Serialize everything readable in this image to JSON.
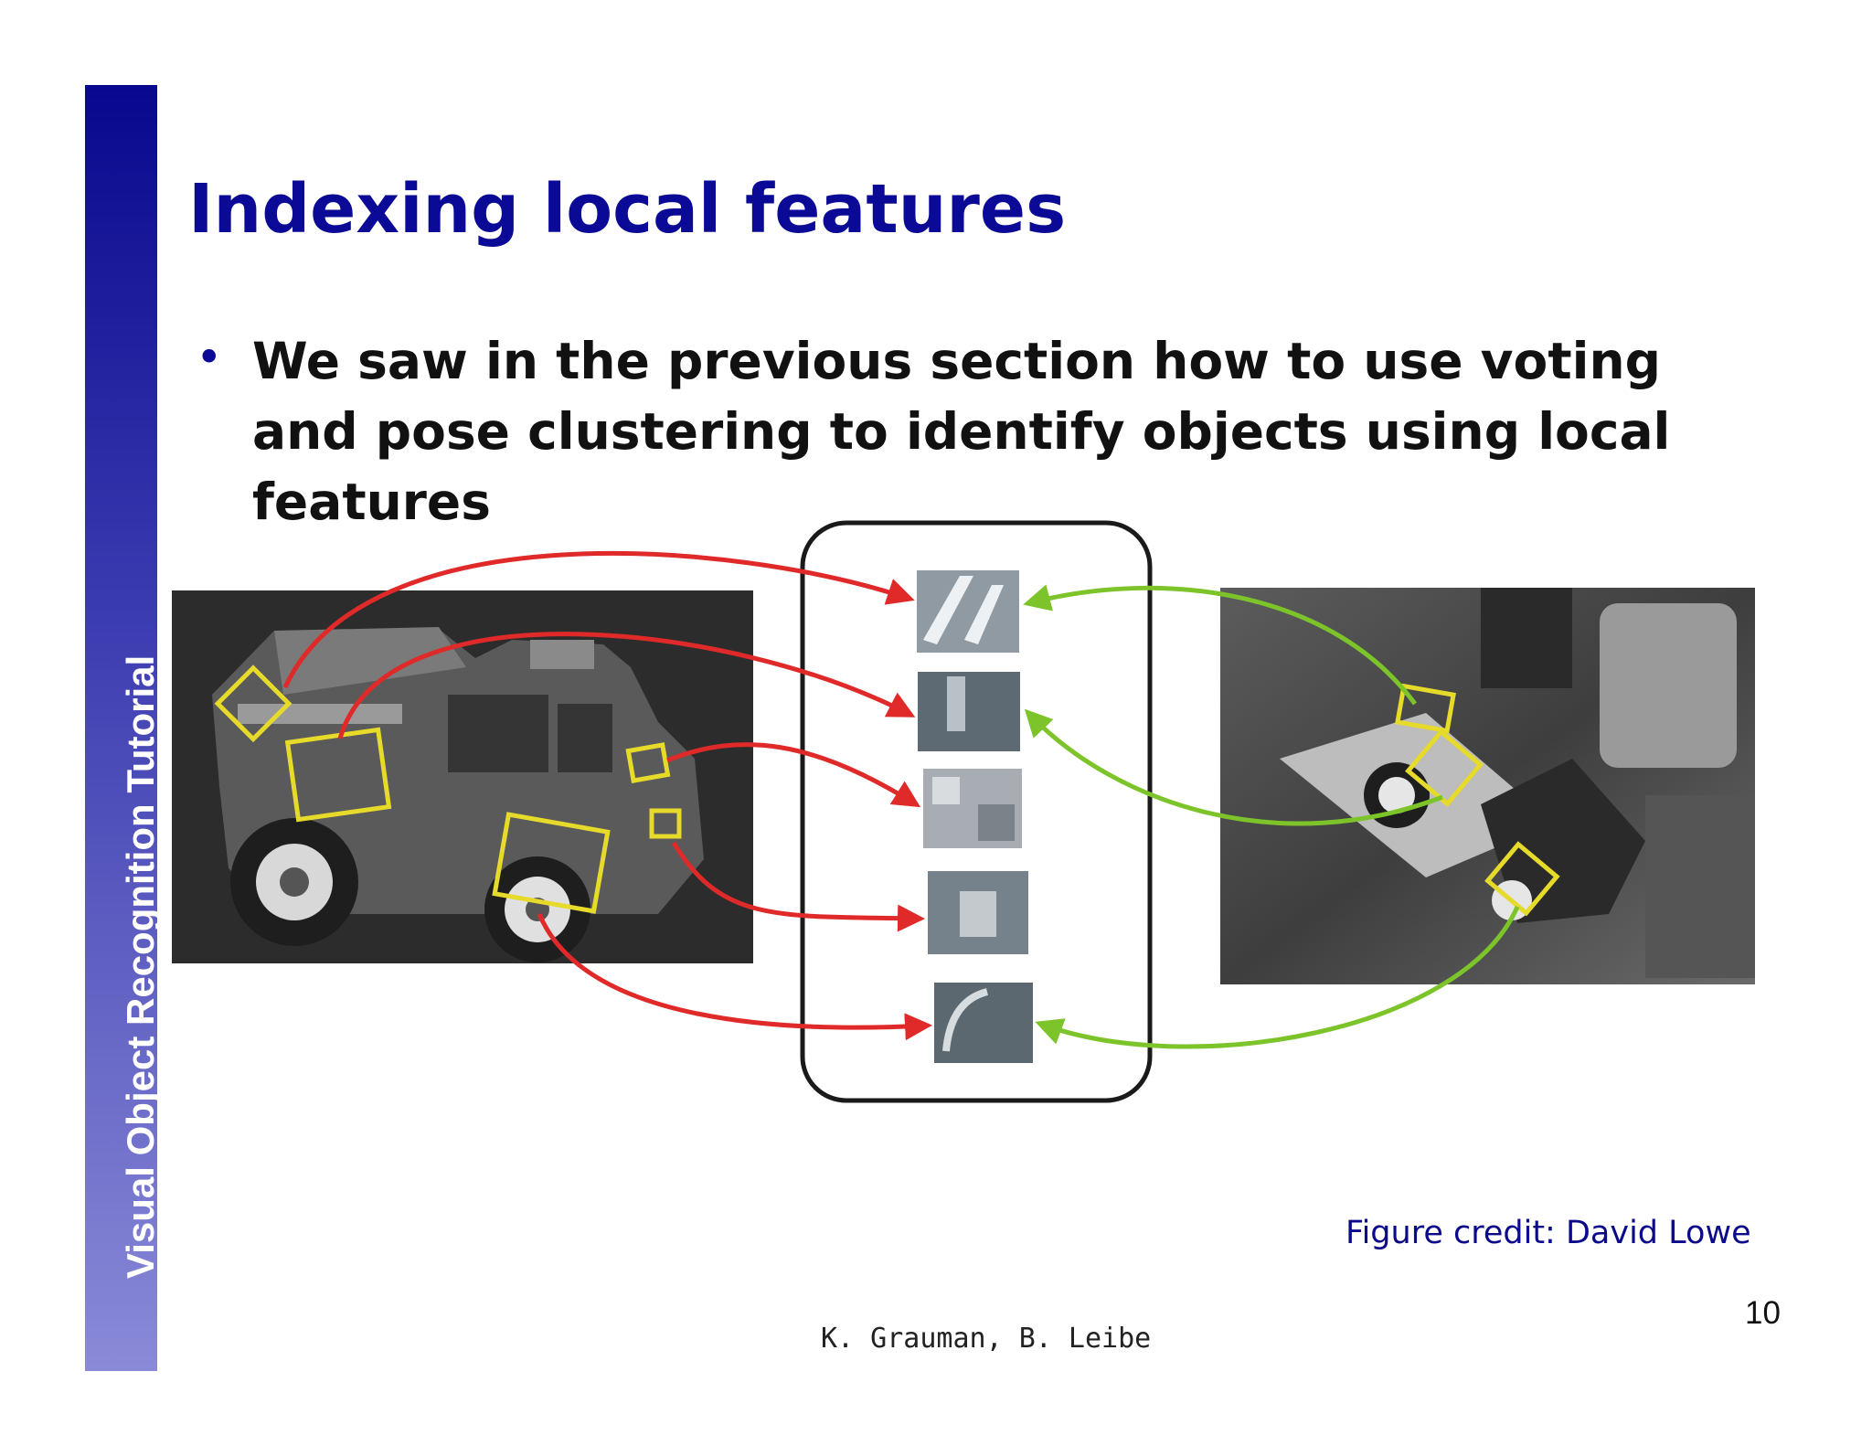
{
  "slide": {
    "sidebar_label": "Visual Object Recognition Tutorial",
    "title": "Indexing local features",
    "bullet": "We saw in the previous section how to use voting and pose clustering to identify objects using local features",
    "figure_credit": "Figure credit: David Lowe",
    "authors": "K. Grauman, B. Leibe",
    "page_number": "10"
  },
  "colors": {
    "title": "#0a0a96",
    "sidebar_top": "#08088e",
    "sidebar_bottom": "#8a8ad8",
    "feature_box": "#e6da2a",
    "model_arrows": "#e02a2a",
    "scene_arrows": "#7cc42a"
  }
}
